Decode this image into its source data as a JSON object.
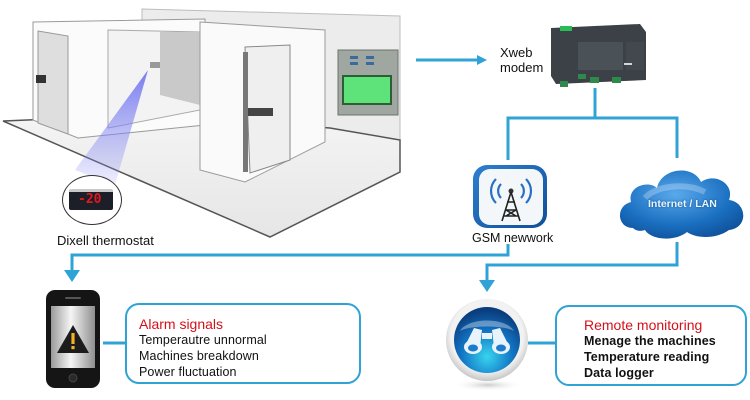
{
  "diagram": {
    "title": "Cold room remote monitoring system",
    "colors": {
      "connector": "#2fa3d6",
      "alert_title": "#d4111a",
      "text": "#111111",
      "cloud": "#1a6fc0",
      "thermostat_display": "#e0191e",
      "panel_screen": "#5ee27a"
    },
    "cold_room": {
      "thermostat_label": "Dixell thermostat",
      "thermostat_reading": "-20"
    },
    "modem": {
      "label_line1": "Xweb",
      "label_line2": "modem"
    },
    "gsm": {
      "label": "GSM newwork",
      "icon": "cell-tower-icon"
    },
    "internet": {
      "label": "Internet / LAN",
      "icon": "cloud-icon"
    },
    "alarm": {
      "icon": "smartphone-warning-icon",
      "title": "Alarm signals",
      "items": [
        "Temperautre unnormal",
        "Machines breakdown",
        "Power fluctuation"
      ]
    },
    "remote": {
      "icon": "binoculars-icon",
      "title": "Remote monitoring",
      "items": [
        "Menage the machines",
        "Temperature reading",
        "Data logger"
      ]
    }
  }
}
